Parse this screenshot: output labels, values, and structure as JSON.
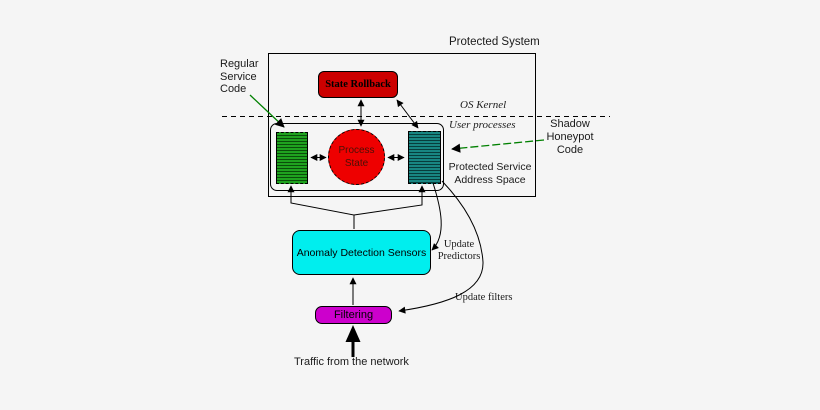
{
  "title": "Protected System",
  "zones": {
    "kernel_label": "OS Kernel",
    "user_label": "User processes"
  },
  "nodes": {
    "state_rollback": {
      "label": "State Rollback",
      "fill": "#cc0000"
    },
    "process_state": {
      "lines": [
        "Process",
        "State"
      ],
      "fill": "#ee0000"
    },
    "regular_code_stack": {
      "fill": "#1fa21f"
    },
    "honeypot_code_stack": {
      "fill": "#188682"
    },
    "anomaly_sensors": {
      "label": "Anomaly Detection Sensors",
      "fill": "#00eeee"
    },
    "filtering": {
      "label": "Filtering",
      "fill": "#cc00cc"
    }
  },
  "annotations": {
    "regular_service_code": [
      "Regular",
      "Service",
      "Code"
    ],
    "shadow_honeypot_code": [
      "Shadow",
      "Honeypot",
      "Code"
    ],
    "protected_service": [
      "Protected Service",
      "Address Space"
    ],
    "update_predictors": [
      "Update",
      "Predictors"
    ],
    "update_filters": "Update filters",
    "traffic": "Traffic from the network"
  },
  "colors": {
    "background": "#f5f5f5",
    "annotation_line": "#008000",
    "connector": "#000000"
  }
}
